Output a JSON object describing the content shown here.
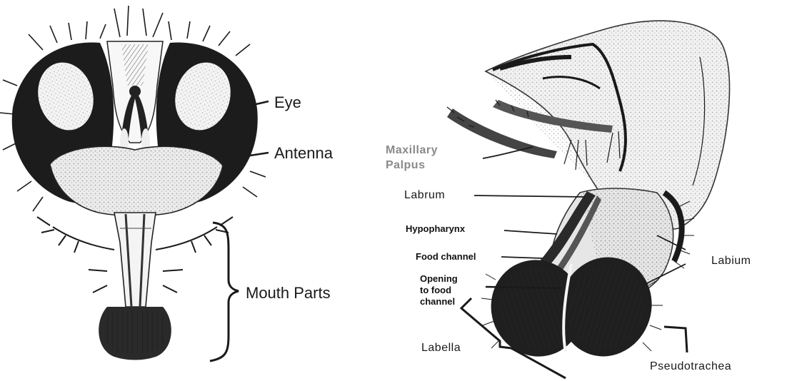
{
  "left_figure": {
    "labels": {
      "eye": "Eye",
      "antenna": "Antenna",
      "mouth_parts": "Mouth Parts"
    }
  },
  "right_figure": {
    "labels": {
      "maxillary_palpus_1": "Maxillary",
      "maxillary_palpus_2": "Palpus",
      "labrum": "Labrum",
      "hypopharynx": "Hypopharynx",
      "food_channel": "Food channel",
      "opening_1": "Opening",
      "opening_2": "to food",
      "opening_3": "channel",
      "labium": "Labium",
      "labella": "Labella",
      "pseudotrachea": "Pseudotrachea"
    }
  }
}
